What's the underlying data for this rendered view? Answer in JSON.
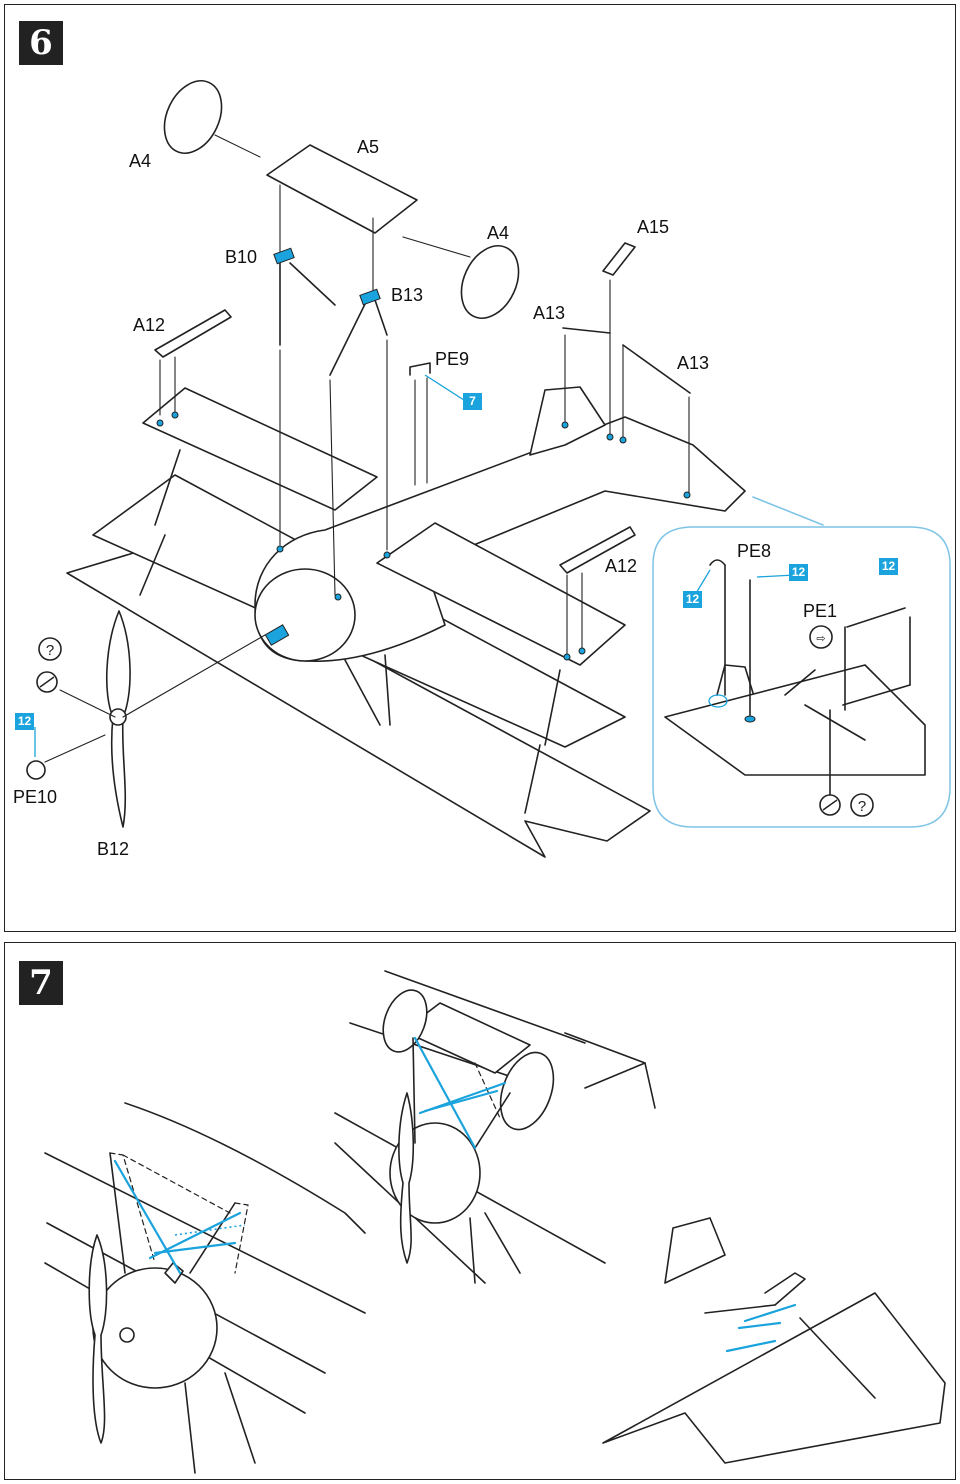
{
  "steps": [
    {
      "number": "6"
    },
    {
      "number": "7"
    }
  ],
  "step6": {
    "labels": {
      "a4_left": "A4",
      "a5": "A5",
      "a4_right": "A4",
      "a15": "A15",
      "b10": "B10",
      "b13": "B13",
      "a13_left": "A13",
      "a13_right": "A13",
      "a12_left": "A12",
      "pe9": "PE9",
      "a12_right": "A12",
      "pe8": "PE8",
      "pe1": "PE1",
      "pe10": "PE10",
      "b12": "B12"
    },
    "color_chips": {
      "pe9_color": "7",
      "pe10_color": "12",
      "tail_left_color": "12",
      "pe8_color": "12",
      "pe1_color": "12"
    },
    "icons": [
      "question-icon",
      "glue-icon",
      "drill-icon"
    ]
  },
  "colors": {
    "accent_blue": "#1aa3dc",
    "detail_outline": "#7fc4e6",
    "ink": "#222222"
  }
}
